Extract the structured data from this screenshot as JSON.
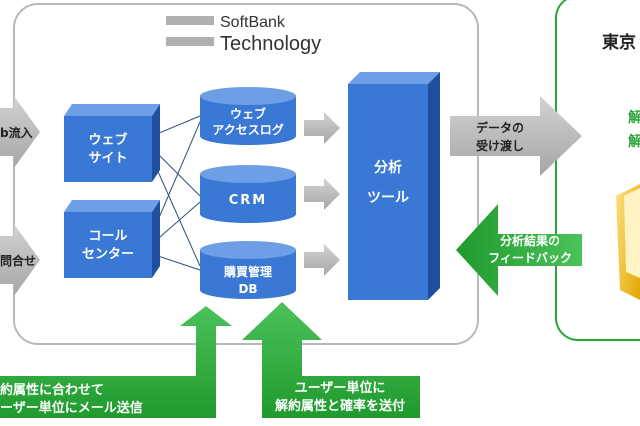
{
  "logo": {
    "line1": "SoftBank",
    "line2": "Technology"
  },
  "left_inputs": {
    "web_inflow": "b流入",
    "inquiry": "問合せ"
  },
  "channels": {
    "website": [
      "ウェブ",
      "サイト"
    ],
    "call_center": [
      "コール",
      "センター"
    ]
  },
  "databases": {
    "web_access_log": [
      "ウェブ",
      "アクセスログ"
    ],
    "crm": "CRM",
    "purchase_db": [
      "購買管理",
      "DB"
    ]
  },
  "analysis_tool": [
    "分析",
    "ツール"
  ],
  "transfer_arrow": [
    "データの",
    "受け渡し"
  ],
  "feedback_arrow": [
    "分析結果の",
    "フィードバック"
  ],
  "bottom_left_arrow": [
    "約属性に合わせて",
    "ーザー単位にメール送信"
  ],
  "bottom_right_arrow": [
    "ユーザー単位に",
    "解約属性と確率を送付"
  ],
  "right_panel": {
    "title": "東京",
    "lines": [
      "解",
      "解"
    ]
  },
  "colors": {
    "blue_box": "#3a78d6",
    "gray_arrow": "#b4b4b4",
    "green": "#2aa63a",
    "frame": "#b8b8b8"
  }
}
